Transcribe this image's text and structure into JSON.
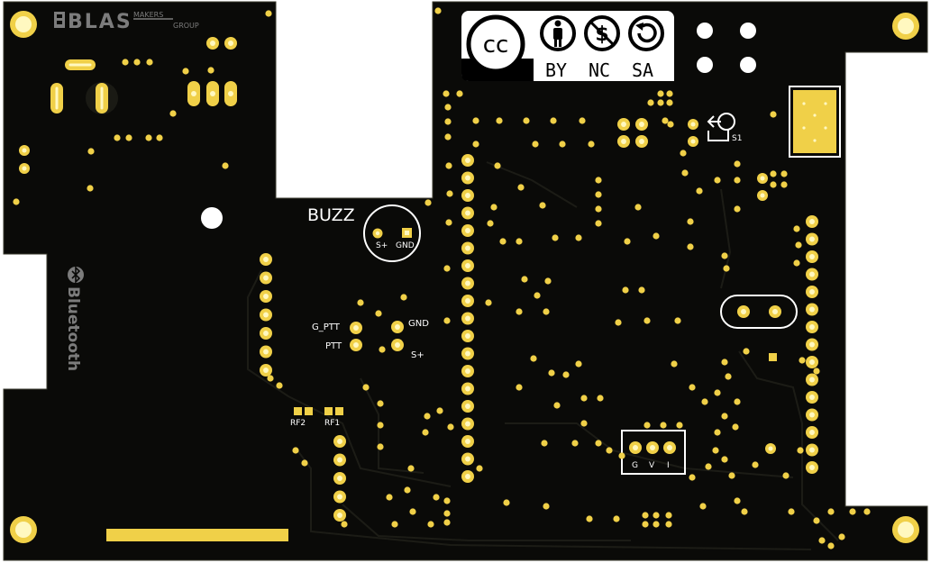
{
  "board": {
    "logo_main": "BLAS",
    "logo_sub_top": "MAKERS",
    "logo_sub_bottom": "GROUP",
    "bluetooth_label": "Bluetooth",
    "buzzer_label": "BUZZ",
    "buzzer_pins": [
      "S+",
      "GND"
    ],
    "ptt_labels": [
      "G_PTT",
      "PTT"
    ],
    "audio_labels": [
      "GND",
      "S+"
    ],
    "rf_labels": [
      "RF2",
      "RF1"
    ],
    "license_labels": [
      "BY",
      "NC",
      "SA"
    ],
    "cc_mark": "cc",
    "switch_label": "S1",
    "connector_labels": [
      "G",
      "V",
      "I"
    ]
  },
  "colors": {
    "substrate": "#0a0a08",
    "pad_gold": "#f0d048",
    "pad_inner": "#fff8c0",
    "silkscreen": "#ffffff",
    "outline": "#2a2a20",
    "logo_gray": "#7c7c7c"
  }
}
